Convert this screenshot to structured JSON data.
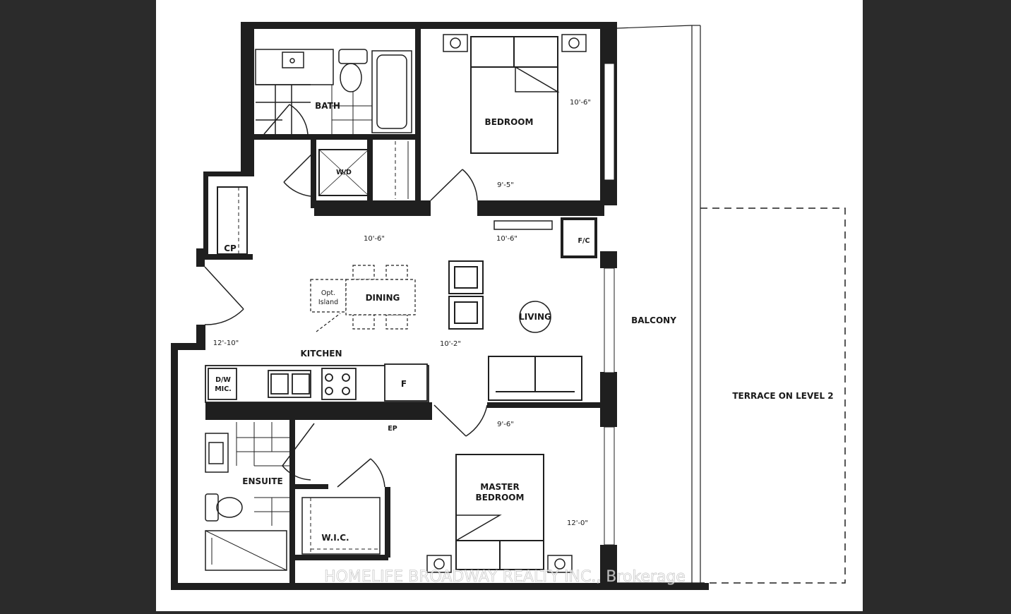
{
  "rooms": {
    "bath": "BATH",
    "bedroom": "BEDROOM",
    "wd": "W/D",
    "cp": "CP",
    "fc": "F/C",
    "opt_island_1": "Opt.",
    "opt_island_2": "Island",
    "dining": "DINING",
    "living": "LIVING",
    "balcony": "BALCONY",
    "kitchen": "KITCHEN",
    "dw_1": "D/W",
    "dw_2": "MIC.",
    "fridge": "F",
    "ep": "EP",
    "ensuite": "ENSUITE",
    "wic": "W.I.C.",
    "master_1": "MASTER",
    "master_2": "BEDROOM",
    "terrace": "TERRACE ON LEVEL 2"
  },
  "dimensions": {
    "bedroom_width": "10'-6\"",
    "bedroom_depth": "9'-5\"",
    "hall_left": "10'-6\"",
    "hall_right": "10'-6\"",
    "kitchen_width": "12'-10\"",
    "living_width": "10'-2\"",
    "master_depth": "9'-6\"",
    "master_width": "12'-0\""
  },
  "watermark": "HOMELIFE BROADWAY REALTY INC., Brokerage",
  "colors": {
    "wall": "#1f1f1f",
    "paper": "#ffffff",
    "frame": "#2b2b2b"
  }
}
